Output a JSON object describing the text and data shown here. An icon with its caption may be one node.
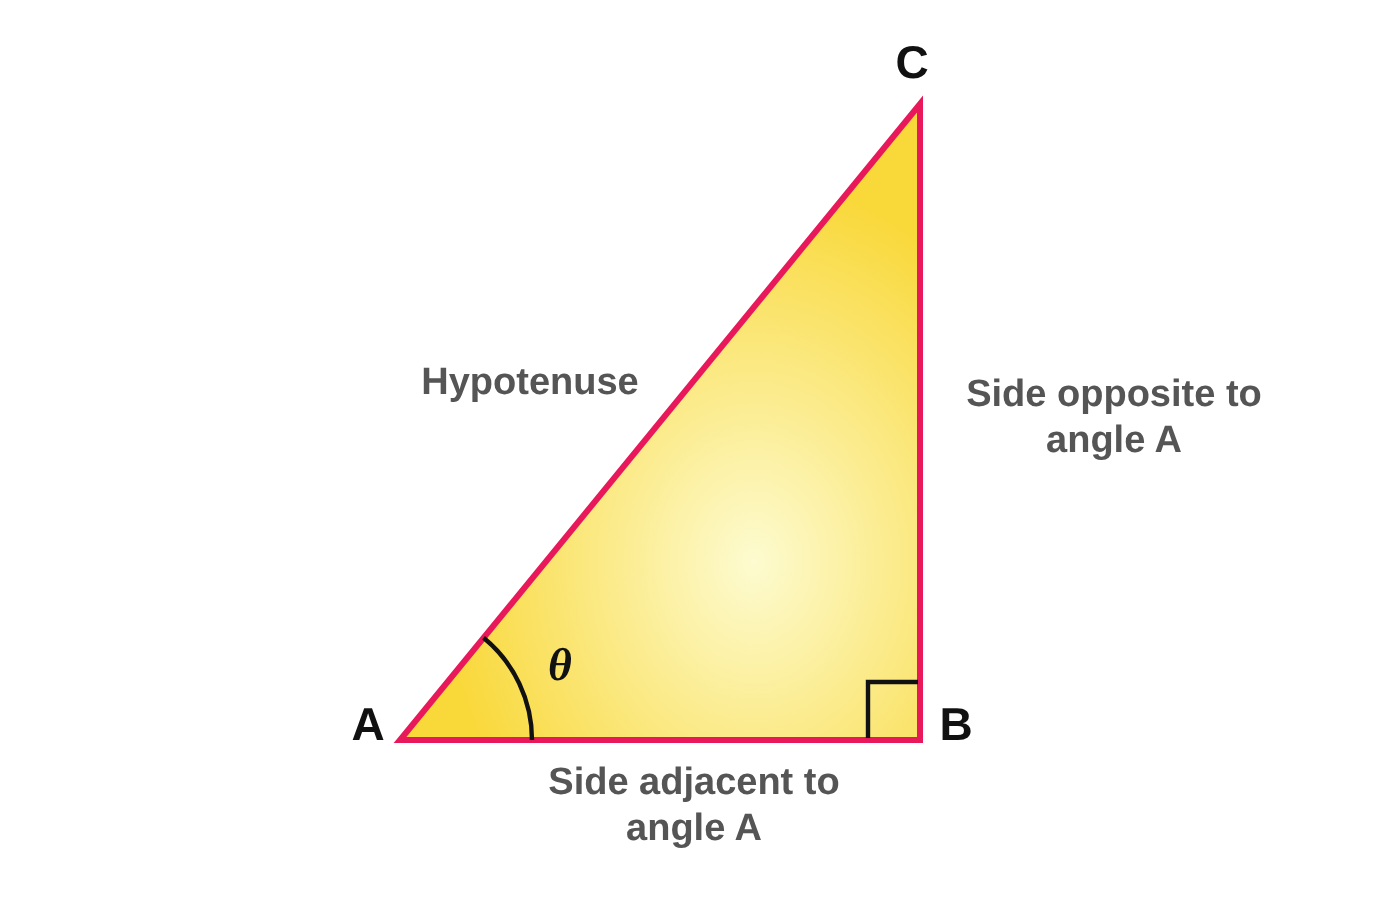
{
  "diagram": {
    "labels": [
      "C",
      "Hypotenuse",
      "Side opposite to angle A",
      "θ",
      "A",
      "B",
      "Side adjacent to angle A"
    ]
  }
}
